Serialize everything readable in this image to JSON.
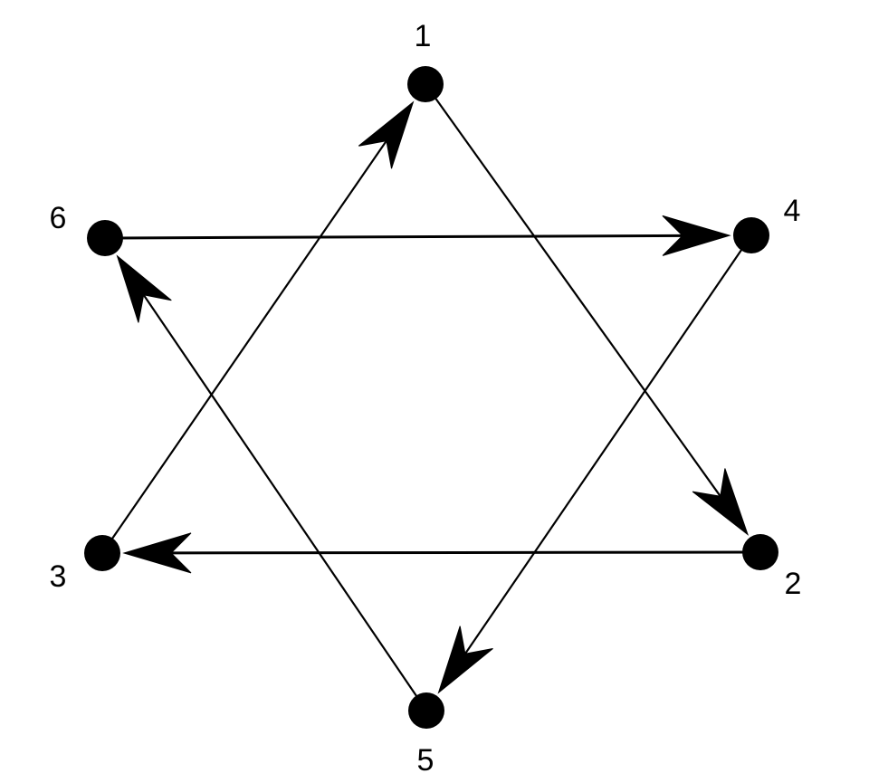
{
  "nodes": [
    {
      "id": "1",
      "label": "1"
    },
    {
      "id": "2",
      "label": "2"
    },
    {
      "id": "3",
      "label": "3"
    },
    {
      "id": "4",
      "label": "4"
    },
    {
      "id": "5",
      "label": "5"
    },
    {
      "id": "6",
      "label": "6"
    }
  ],
  "edges": [
    {
      "from": "1",
      "to": "2"
    },
    {
      "from": "2",
      "to": "3"
    },
    {
      "from": "3",
      "to": "1"
    },
    {
      "from": "4",
      "to": "5"
    },
    {
      "from": "5",
      "to": "6"
    },
    {
      "from": "6",
      "to": "4"
    }
  ],
  "colors": {
    "stroke": "#000000",
    "node": "#000000",
    "background": "#ffffff"
  }
}
